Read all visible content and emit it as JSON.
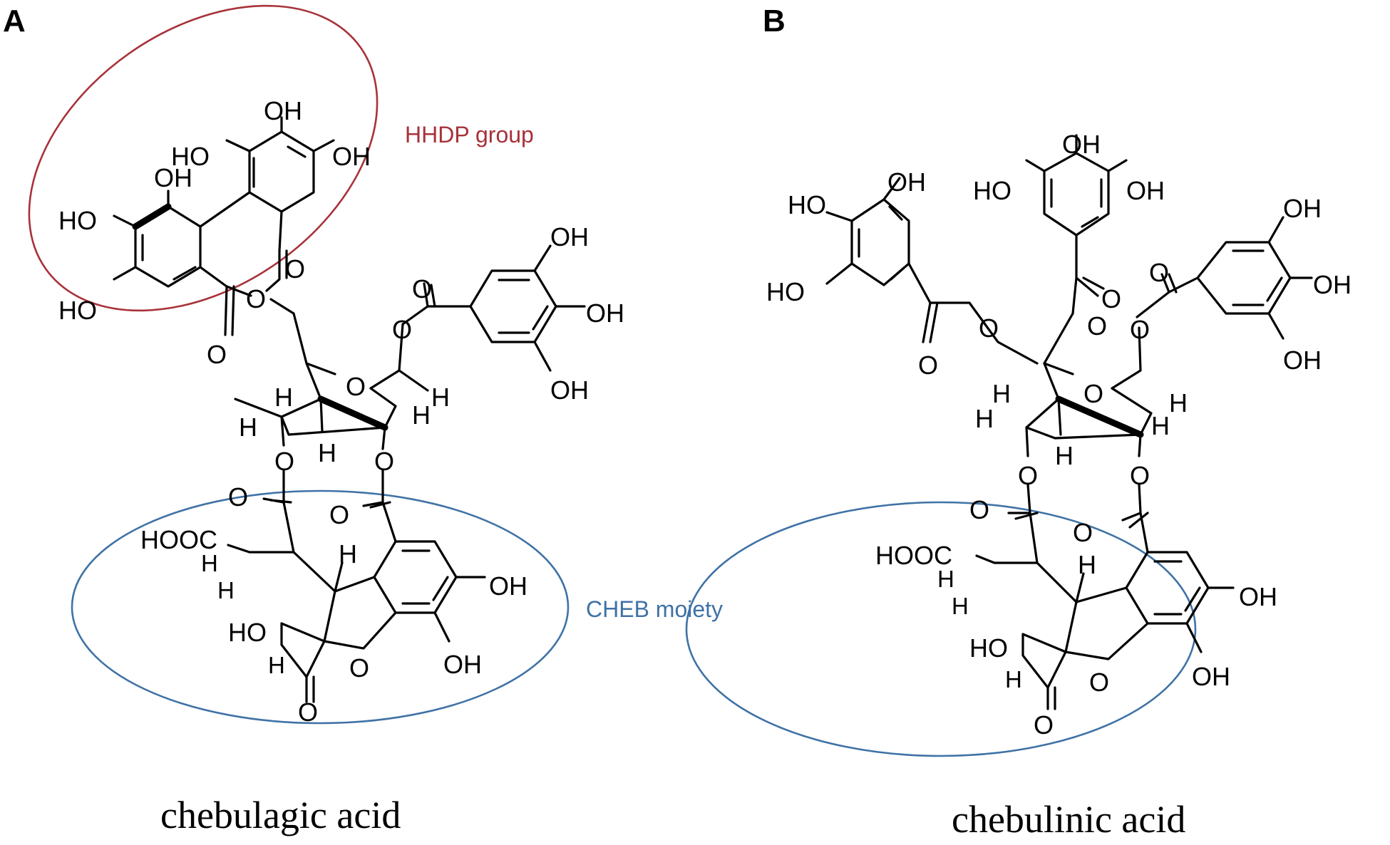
{
  "panels": [
    {
      "letter": "A",
      "compound_name": "chebulagic acid",
      "annotations": {
        "hhdp": "HHDP group",
        "cheb": "CHEB moiety"
      },
      "atom_labels": {
        "oh": "OH",
        "ho": "HO",
        "o": "O",
        "h": "H",
        "hooc": "HOOC"
      }
    },
    {
      "letter": "B",
      "compound_name": "chebulinic acid",
      "atom_labels": {
        "oh": "OH",
        "ho": "HO",
        "o": "O",
        "h": "H",
        "hooc": "HOOC"
      }
    }
  ],
  "colors": {
    "hhdp_outline": "#a8323a",
    "cheb_outline": "#3f72a6",
    "structure": "#000000"
  }
}
